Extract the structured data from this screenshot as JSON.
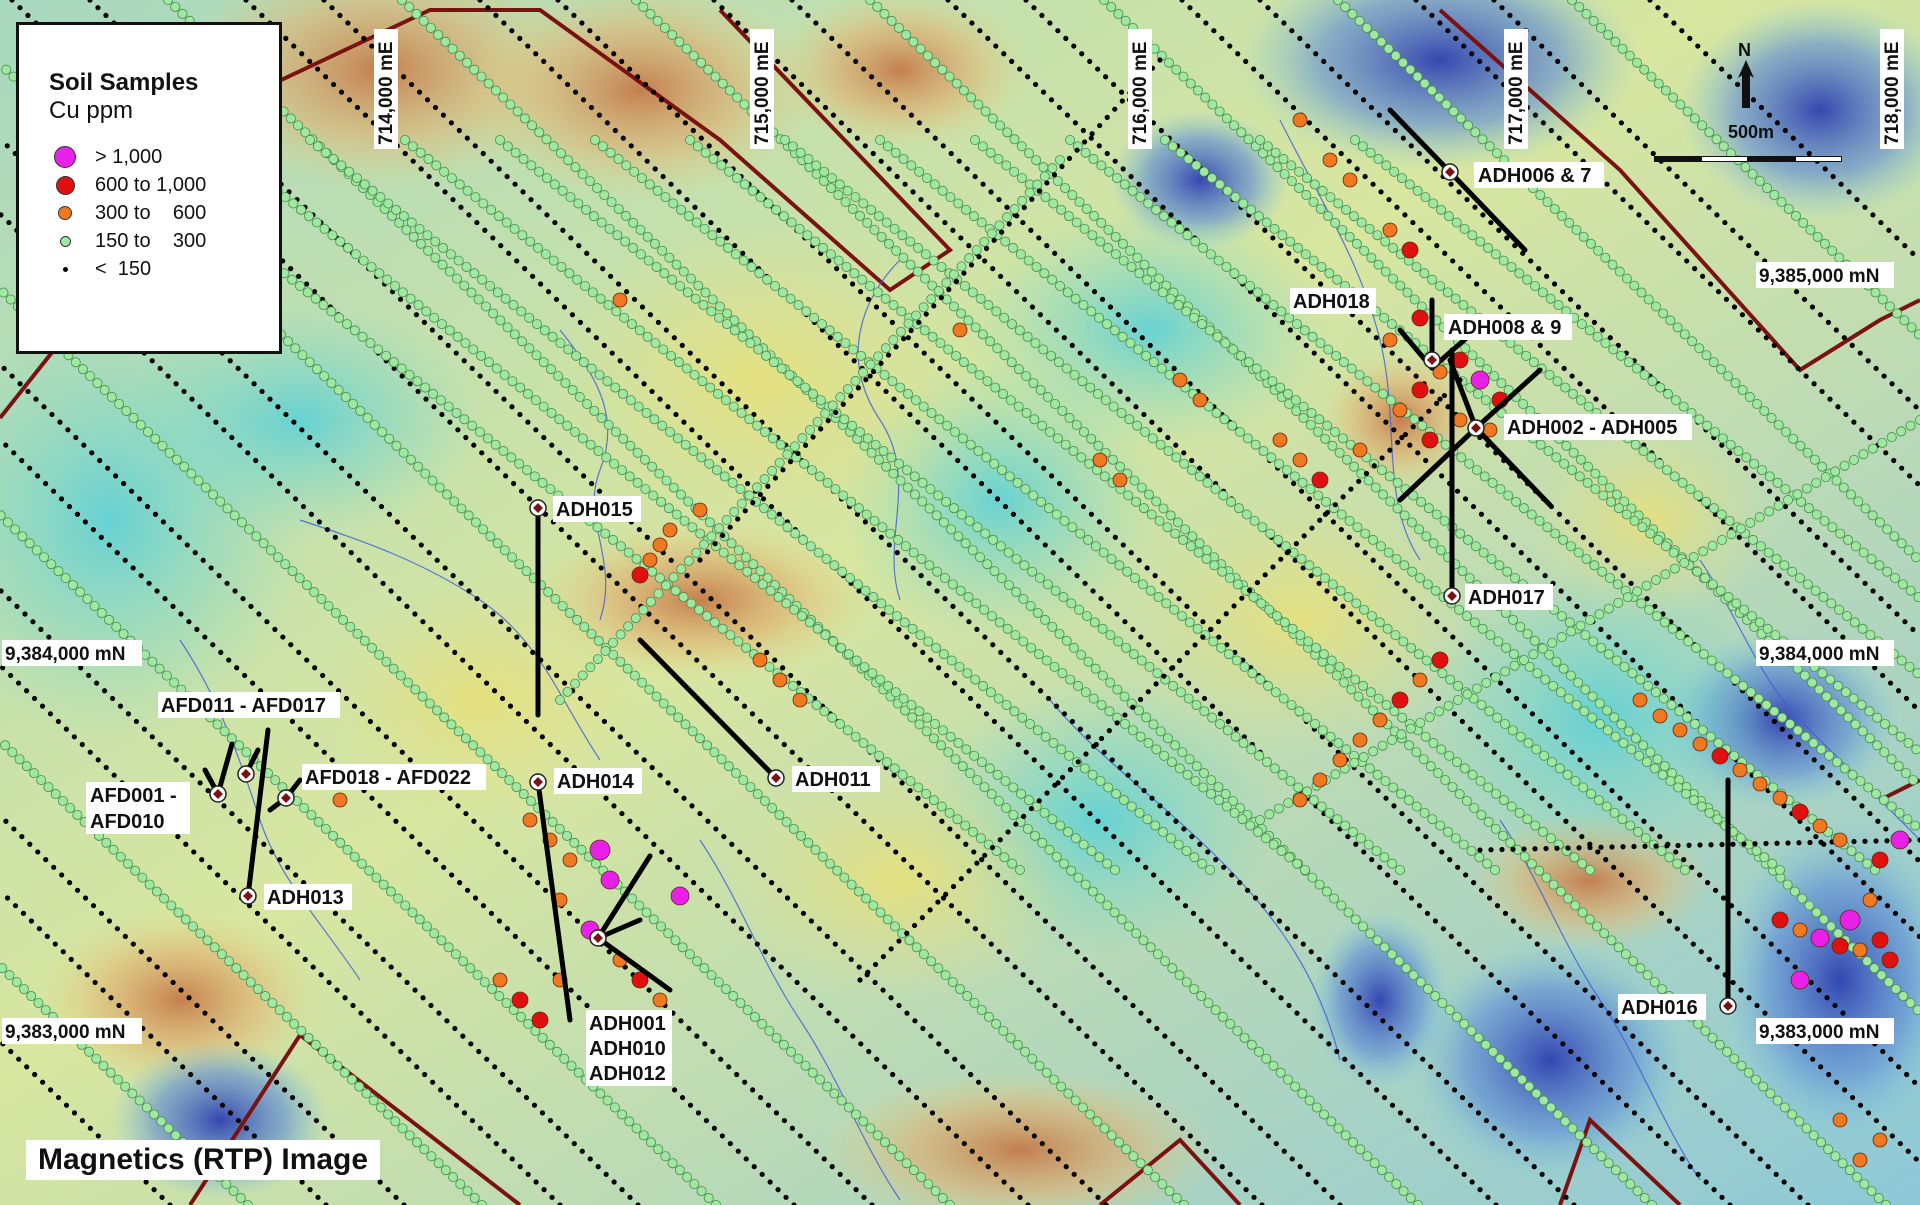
{
  "legend": {
    "title": "Soil Samples",
    "subtitle": "Cu ppm",
    "items": [
      {
        "label": "> 1,000",
        "color": "#e820e8"
      },
      {
        "label": "600 to 1,000",
        "color": "#e01010"
      },
      {
        "label": "300 to    600",
        "color": "#f07820"
      },
      {
        "label": "150 to    300",
        "color": "#9ee8a0"
      },
      {
        "label": "<  150",
        "color": "#000000"
      }
    ]
  },
  "image_title": "Magnetics (RTP) Image",
  "north_arrow": {
    "letter": "N"
  },
  "scale_bar": {
    "label": "500m"
  },
  "eastings": [
    "714,000 mE",
    "715,000 mE",
    "716,000 mE",
    "717,000 mE",
    "718,000 mE"
  ],
  "northings": {
    "n9385000_right": "9,385,000 mN",
    "n9384000_left": "9,384,000 mN",
    "n9384000_right": "9,384,000 mN",
    "n9383000_left": "9,383,000 mN",
    "n9383000_right": "9,383,000 mN"
  },
  "drillholes": [
    {
      "id": "ADH006 & 7"
    },
    {
      "id": "ADH018"
    },
    {
      "id": "ADH008 & 9"
    },
    {
      "id": "ADH002 - ADH005"
    },
    {
      "id": "ADH015"
    },
    {
      "id": "ADH017"
    },
    {
      "id": "AFD011 - AFD017"
    },
    {
      "id": "AFD018 - AFD022"
    },
    {
      "id": "AFD001 -"
    },
    {
      "id": "AFD010"
    },
    {
      "id": "ADH014"
    },
    {
      "id": "ADH011"
    },
    {
      "id": "ADH013"
    },
    {
      "id": "ADH001"
    },
    {
      "id": "ADH010"
    },
    {
      "id": "ADH012"
    },
    {
      "id": "ADH016"
    }
  ],
  "colors": {
    "background_mid": "#cfe8a8",
    "tenement_boundary": "#7a1212",
    "drainage": "#3a5ad8"
  }
}
